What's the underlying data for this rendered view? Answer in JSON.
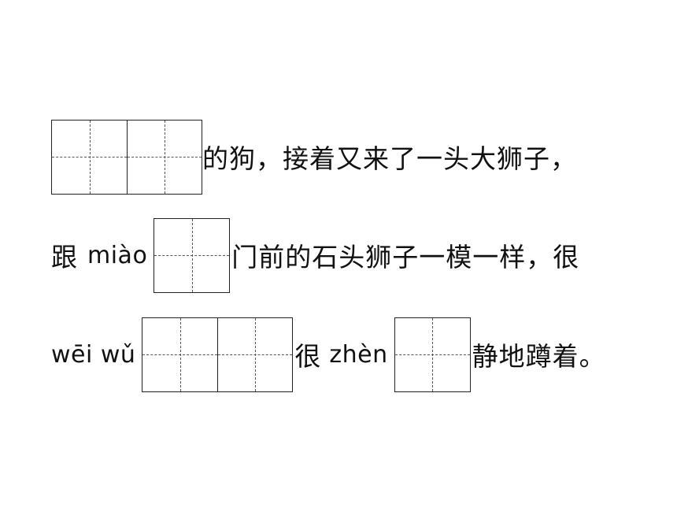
{
  "exercise": {
    "line1": {
      "after_blank": "的狗，接着又来了一头大狮子，"
    },
    "line2": {
      "before_text": "跟",
      "pinyin": "miào",
      "after_blank": "门前的石头狮子一模一样，很"
    },
    "line3": {
      "pinyin_1": "wēi wǔ",
      "middle_text": "很",
      "pinyin_2": "zhèn",
      "after_blank": "静地蹲着。"
    }
  }
}
